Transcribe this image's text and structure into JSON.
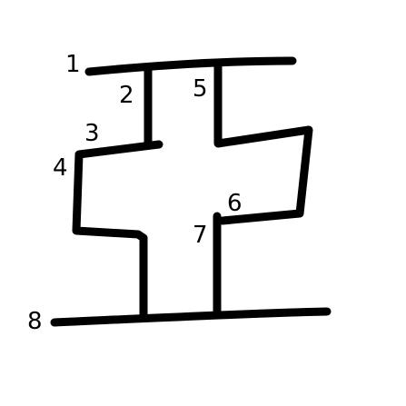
{
  "diagram": {
    "ink_color": "#000000",
    "background_color": "#ffffff",
    "stroke_numbers": [
      "1",
      "2",
      "3",
      "4",
      "5",
      "6",
      "7",
      "8"
    ]
  }
}
